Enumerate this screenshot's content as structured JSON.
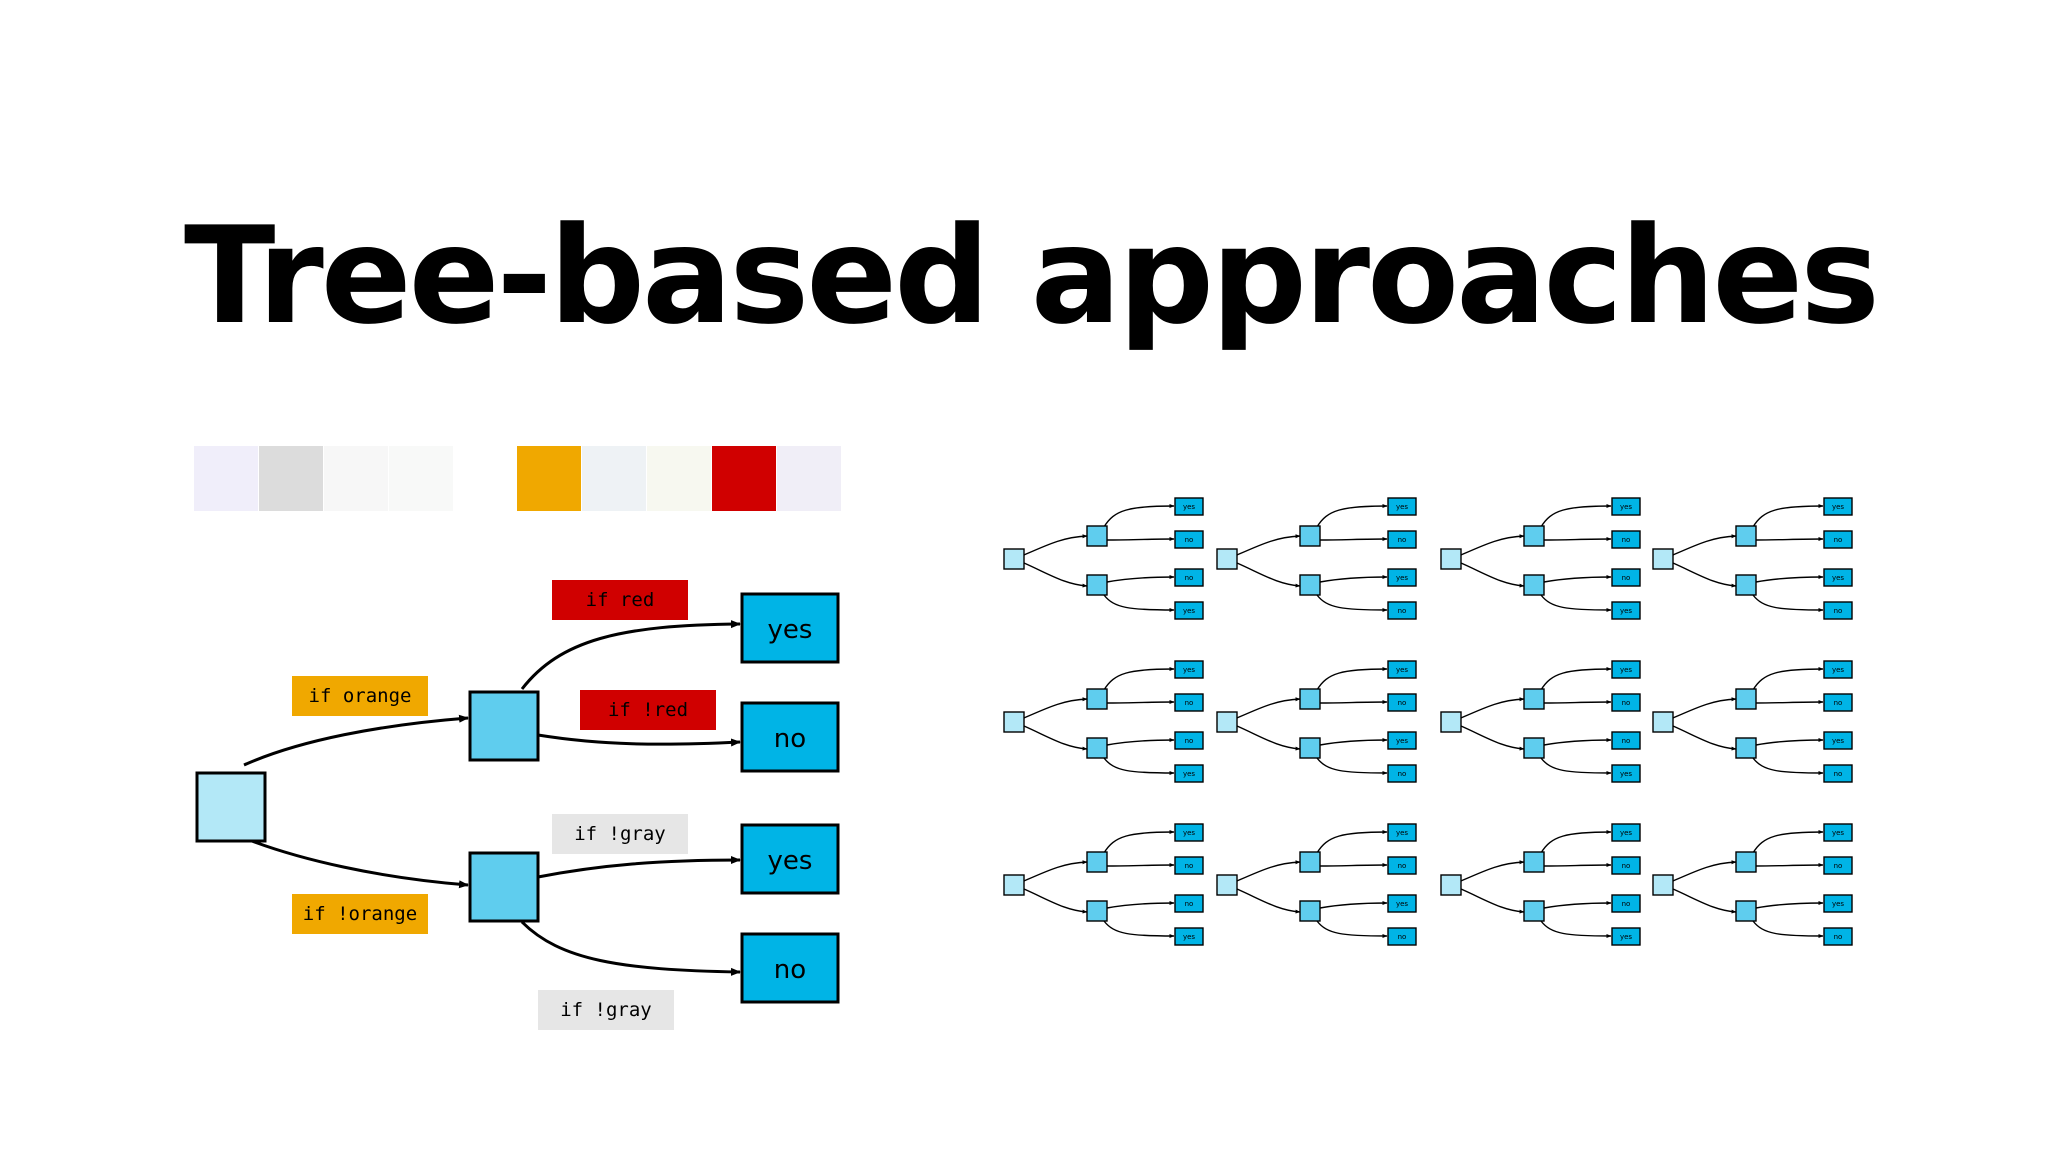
{
  "slide": {
    "title": "Tree-based approaches"
  },
  "palette": {
    "node_root": "#b3e8f7",
    "node_inner": "#5fcdee",
    "node_leaf": "#00b4e6",
    "edge": "#000000",
    "label_orange": "#f0a800",
    "label_red": "#d00000",
    "label_gray": "#e6e6e6",
    "swatches": [
      "#f0eefa",
      "#dcdcdc",
      "#f7f7f7",
      "#f8f9f8",
      "#f0a800",
      "#eef2f5",
      "#f7f8f0",
      "#d00000",
      "#f0eef7"
    ]
  },
  "decision_tree": {
    "root_condition_top": "if orange",
    "root_condition_bottom": "if !orange",
    "top_branch": {
      "condition_yes": "if red",
      "condition_no": "if !red",
      "leaf_yes": "yes",
      "leaf_no": "no"
    },
    "bottom_branch": {
      "condition_yes": "if !gray",
      "condition_no": "if !gray",
      "leaf_yes": "yes",
      "leaf_no": "no"
    }
  },
  "forest": {
    "rows": 3,
    "cols": 4,
    "trees": [
      [
        "yes",
        "no",
        "no",
        "yes"
      ],
      [
        "yes",
        "no",
        "yes",
        "no"
      ],
      [
        "yes",
        "no",
        "no",
        "yes"
      ],
      [
        "yes",
        "no",
        "yes",
        "no"
      ],
      [
        "yes",
        "no",
        "no",
        "yes"
      ],
      [
        "yes",
        "no",
        "yes",
        "no"
      ],
      [
        "yes",
        "no",
        "no",
        "yes"
      ],
      [
        "yes",
        "no",
        "yes",
        "no"
      ],
      [
        "yes",
        "no",
        "no",
        "yes"
      ],
      [
        "yes",
        "no",
        "yes",
        "no"
      ],
      [
        "yes",
        "no",
        "no",
        "yes"
      ],
      [
        "yes",
        "no",
        "yes",
        "no"
      ]
    ]
  }
}
